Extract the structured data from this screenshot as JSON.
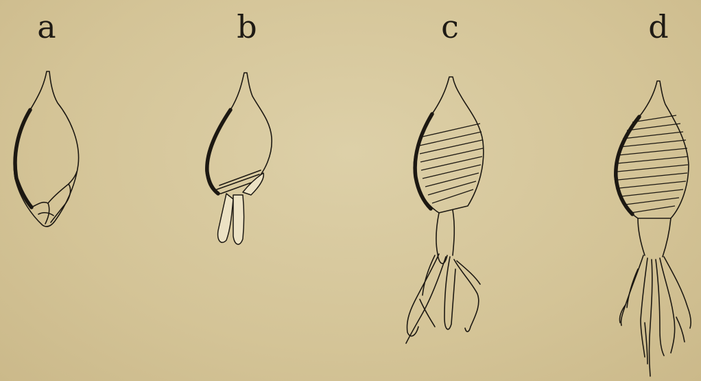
{
  "figures": [
    {
      "id": "a",
      "label": "a"
    },
    {
      "id": "b",
      "label": "b"
    },
    {
      "id": "c",
      "label": "c"
    },
    {
      "id": "d",
      "label": "d"
    }
  ],
  "colors": {
    "paper": "#d6c79c",
    "ink": "#1c1812"
  }
}
